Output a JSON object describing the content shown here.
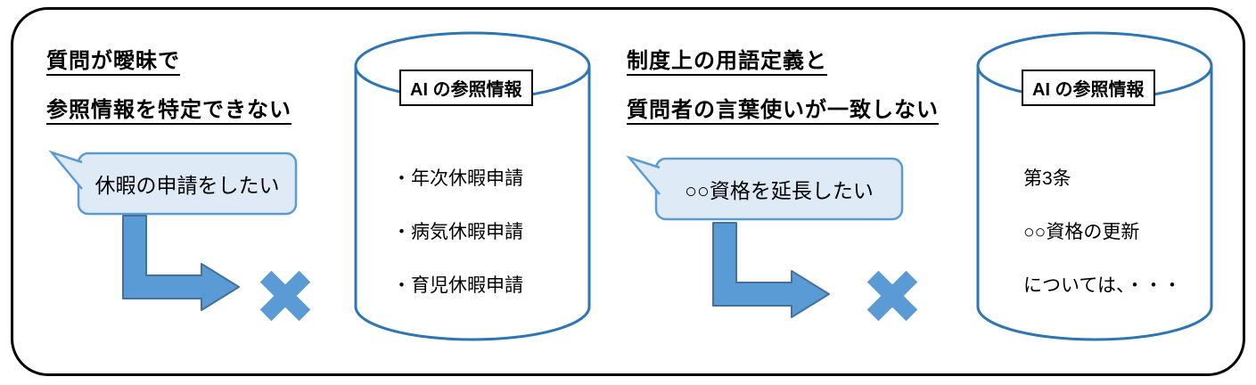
{
  "panels": [
    {
      "heading": [
        "質問が曖昧で",
        "参照情報を特定できない"
      ],
      "bubble": "休暇の申請をしたい",
      "db_title": "AI の参照情報",
      "db_items": [
        "・年次休暇申請",
        "・病気休暇申請",
        "・育児休暇申請"
      ]
    },
    {
      "heading": [
        "制度上の用語定義と",
        "質問者の言葉使いが一致しない"
      ],
      "bubble": "○○資格を延長したい",
      "db_title": "AI の参照情報",
      "db_items": [
        "第3条",
        "○○資格の更新",
        "については、・・・"
      ]
    }
  ],
  "colors": {
    "arrow_fill": "#5B9BD5",
    "arrow_outline": "#41719C",
    "cross_fill": "#5B9BD5",
    "bubble_fill": "#DEEBF7",
    "bubble_border": "#5B9BD5",
    "cylinder_border": "#2E75B6",
    "frame_border": "#000000",
    "text": "#000000"
  }
}
